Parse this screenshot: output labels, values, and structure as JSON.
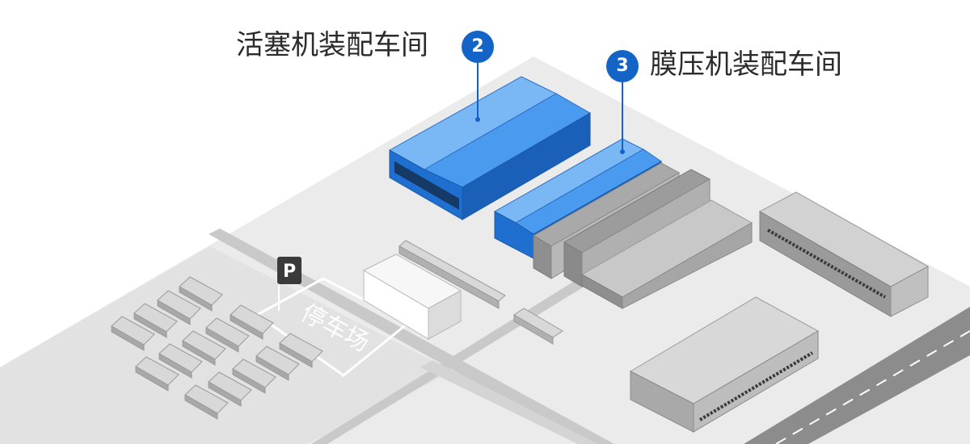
{
  "callouts": [
    {
      "number": "2",
      "label": "活塞机装配车间"
    },
    {
      "number": "3",
      "label": "膜压机装配车间"
    }
  ],
  "parking": {
    "sign": "P",
    "label": "停车场"
  },
  "colors": {
    "highlight_roof_light": "#7ab8f5",
    "highlight_roof": "#4a9bf0",
    "highlight_wall": "#1f6fd0",
    "badge": "#1464c8",
    "ground": "#ebebeb",
    "road": "#c9c9c9",
    "highway": "#8c8c8c"
  },
  "icons": {
    "parking_sign": "parking-sign-icon"
  }
}
